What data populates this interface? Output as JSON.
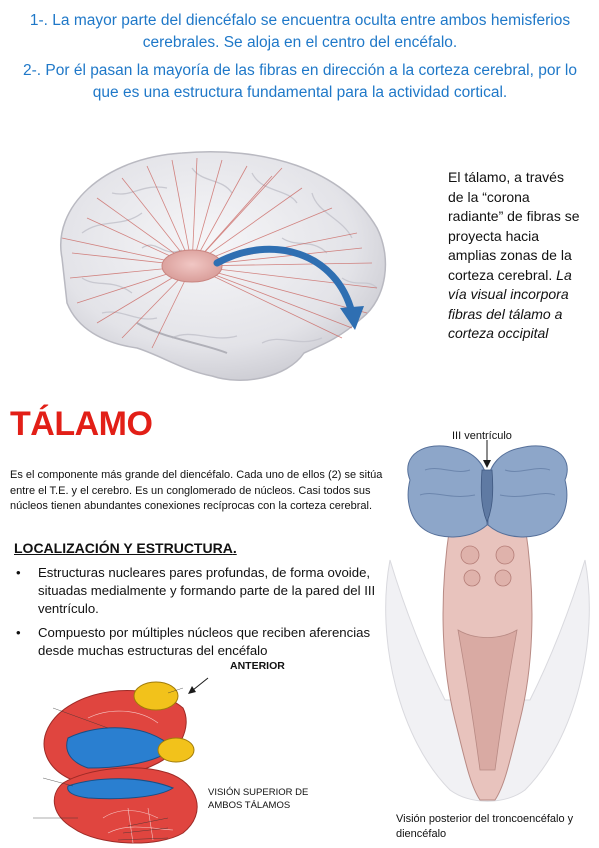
{
  "intro": {
    "point1": "1-. La mayor parte del diencéfalo se encuentra oculta entre ambos hemisferios cerebrales. Se aloja en el centro del encéfalo.",
    "point2": "2-. Por él pasan la mayoría de las fibras en dirección a la corteza cerebral, por lo que es una estructura fundamental para la actividad cortical."
  },
  "figure_brain": {
    "caption": "El tálamo, a través de la “corona radiante” de fibras se proyecta hacia amplias zonas de la corteza cerebral.",
    "caption_italic": "La vía visual incorpora fibras del tálamo a corteza occipital"
  },
  "section": {
    "title": "TÁLAMO",
    "description": "Es el componente más grande del diencéfalo. Cada uno de ellos (2) se sitúa entre el T.E. y el cerebro. Es un conglomerado de núcleos. Casi todos sus núcleos tienen abundantes conexiones recíprocas con la corteza cerebral.",
    "subheading": "LOCALIZACIÓN Y ESTRUCTURA",
    "bullets": [
      "Estructuras nucleares pares profundas, de forma ovoide, situadas medialmente y formando parte de la pared del III ventrículo.",
      "Compuesto por múltiples núcleos que reciben aferencias desde muchas estructuras del encéfalo"
    ],
    "bullet_glyph": "•"
  },
  "figure_thalami": {
    "anterior_label": "ANTERIOR",
    "caption": "VISIÓN SUPERIOR DE AMBOS TÁLAMOS"
  },
  "figure_brainstem": {
    "top_label": "III ventrículo",
    "caption": "Visión posterior del troncoencéfalo y diencéfalo"
  },
  "colors": {
    "intro_text": "#1f78c8",
    "title": "#e21f17",
    "arrow": "#2f6fb2",
    "thalamus_red": "#e0453f",
    "thalamus_blue": "#2a7fd0",
    "thalamus_yellow": "#f2c21b"
  }
}
